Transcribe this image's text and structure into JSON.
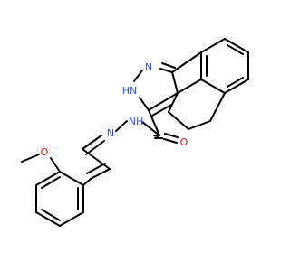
{
  "molecule": {
    "labels": {
      "pyrazole_n": "N",
      "pyrazole_nh": "HN",
      "amide_nh": "NH",
      "hydrazone_n": "N",
      "carbonyl_o": "O",
      "methoxy_o": "O"
    }
  },
  "colors": {
    "bond": "#000000",
    "nitrogen": "#3050F8",
    "oxygen": "#FF0D0D",
    "background": "#ffffff"
  }
}
